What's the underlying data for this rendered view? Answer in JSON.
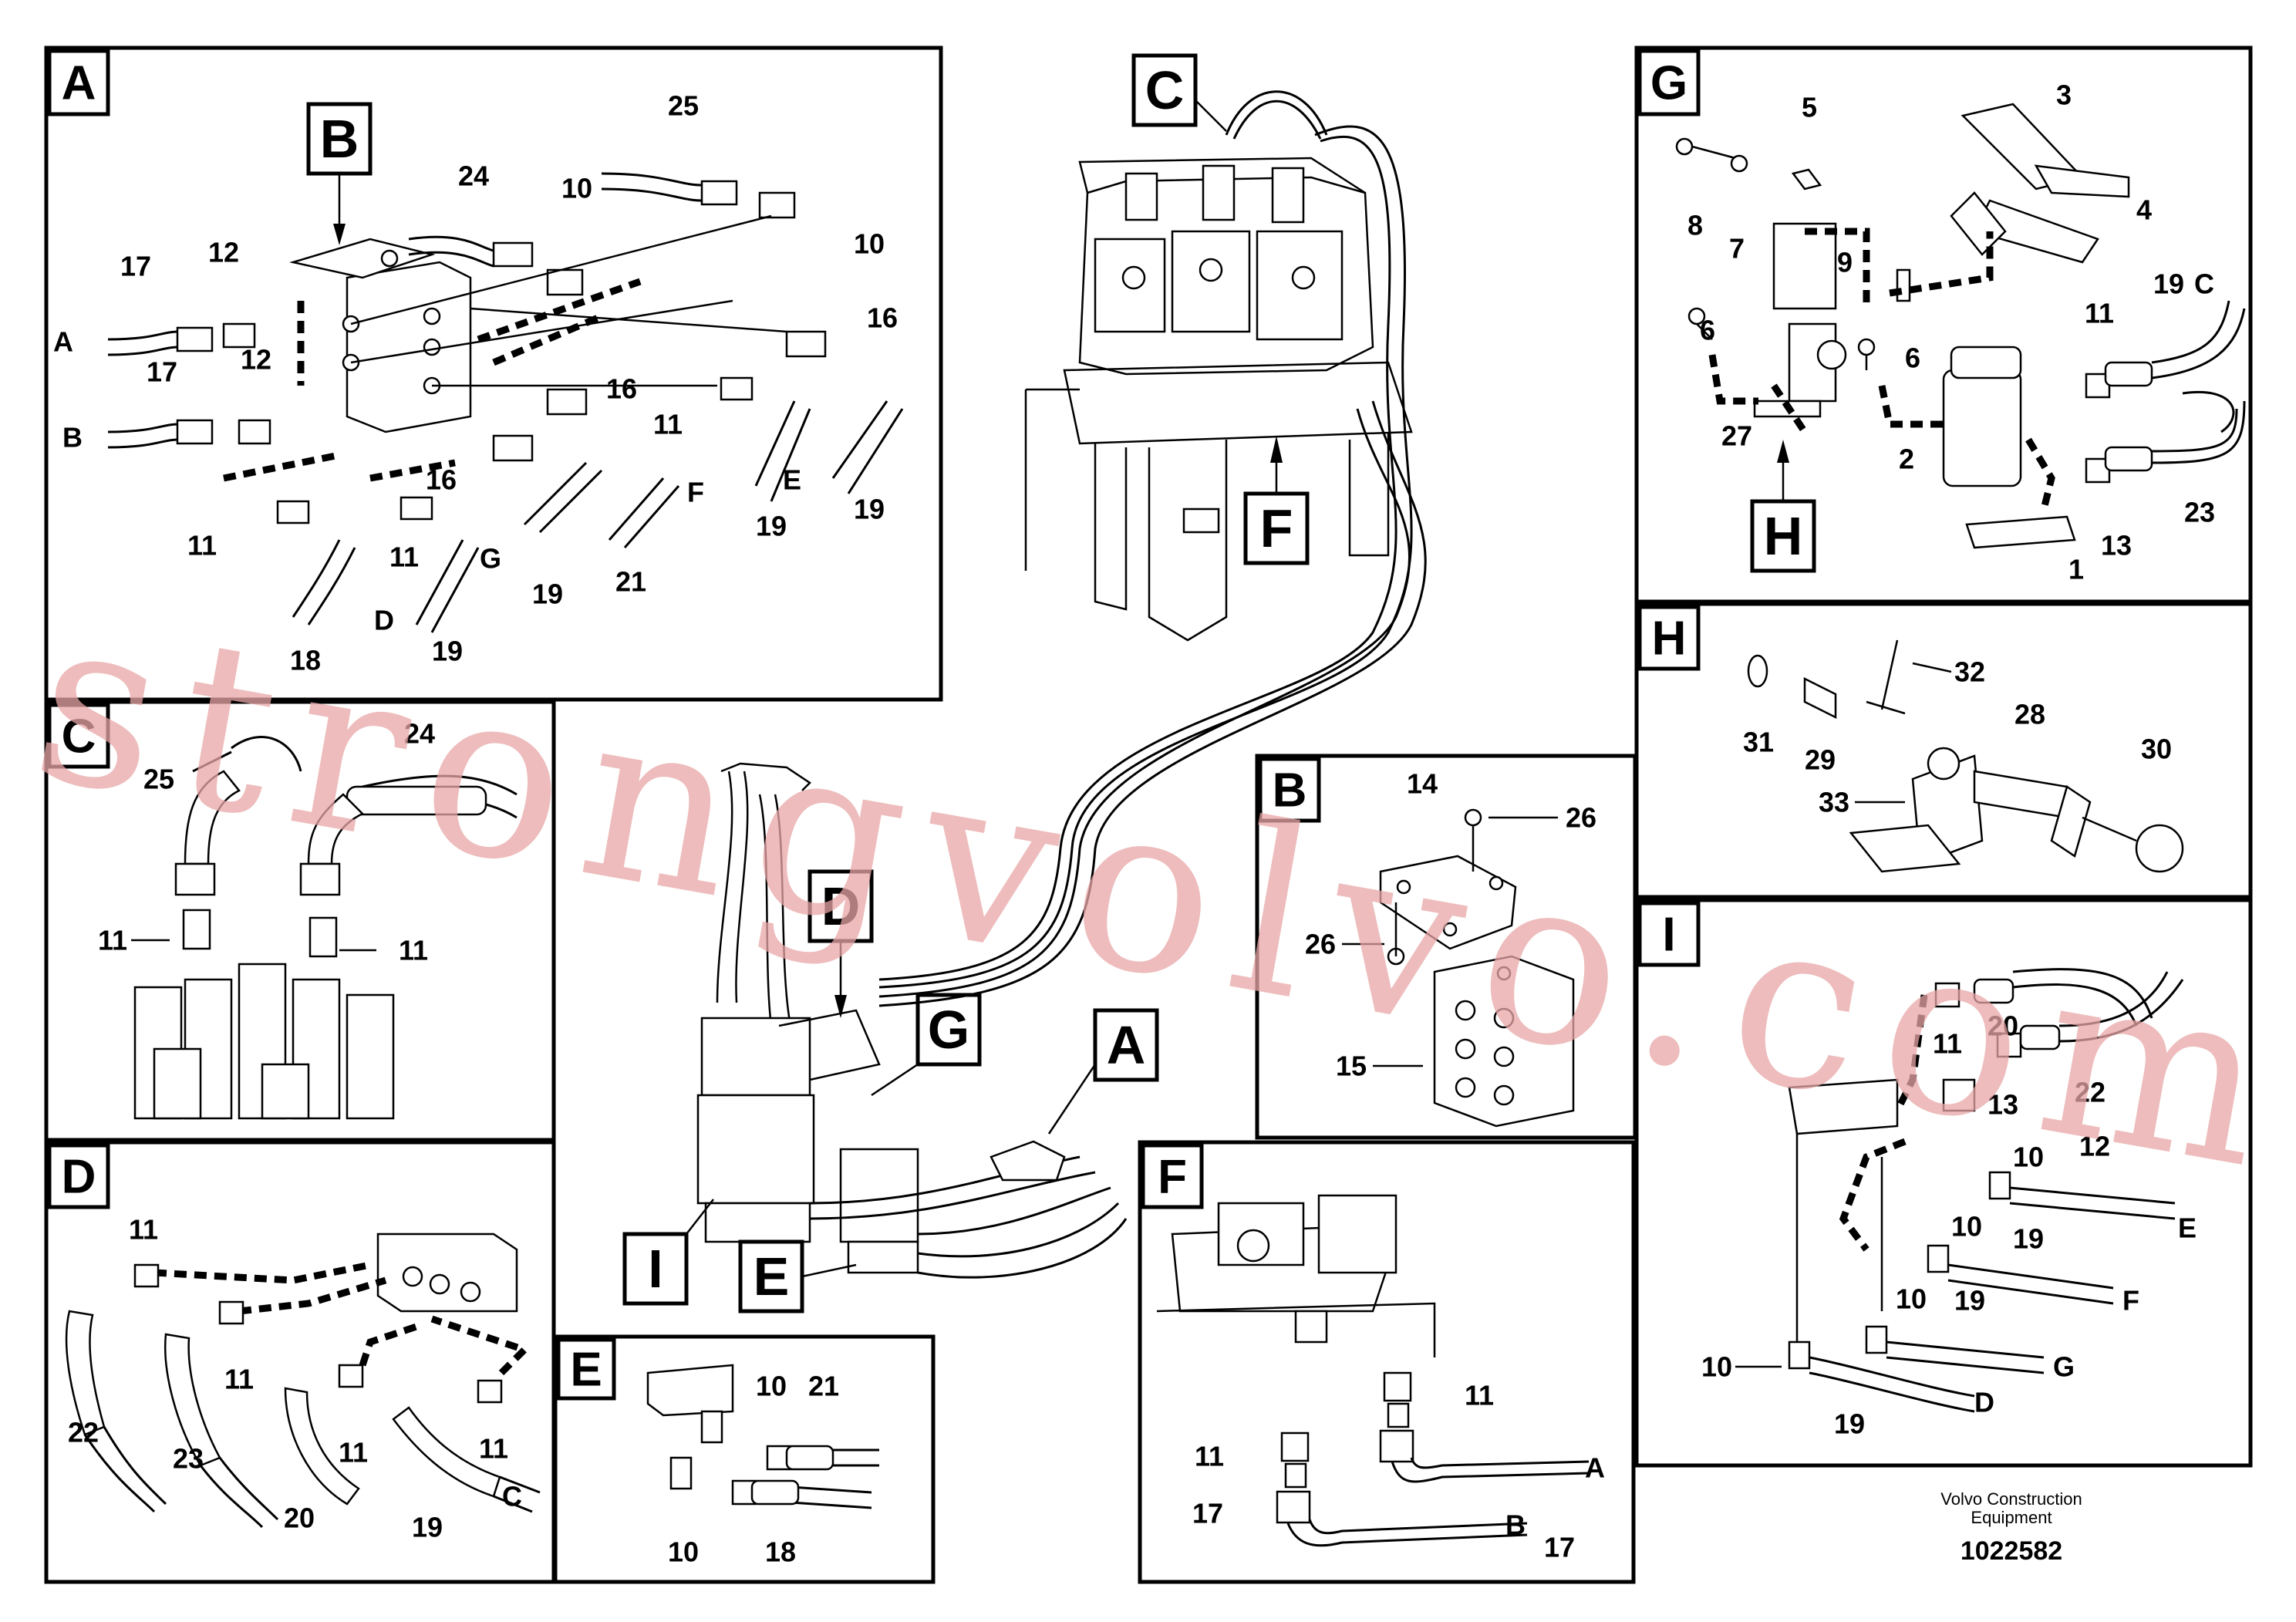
{
  "panels": {
    "A": "A",
    "B": "B",
    "C": "C",
    "D": "D",
    "E": "E",
    "F": "F",
    "G": "G",
    "H": "H",
    "I": "I"
  },
  "callouts": {
    "B": "B",
    "C": "C",
    "D": "D",
    "G": "G",
    "A": "A",
    "F": "F",
    "H": "H",
    "I": "I",
    "E": "E"
  },
  "panel_A_labels": {
    "n25": "25",
    "n24": "24",
    "n10a": "10",
    "n10b": "10",
    "n17a": "17",
    "n17b": "17",
    "n12a": "12",
    "n12b": "12",
    "n16a": "16",
    "n16b": "16",
    "n16c": "16",
    "n11a": "11",
    "n11b": "11",
    "n11c": "11",
    "n19a": "19",
    "n19b": "19",
    "n19c": "19",
    "n19d": "19",
    "n18": "18",
    "n21": "21",
    "A": "A",
    "B": "B",
    "D": "D",
    "E": "E",
    "F": "F",
    "G": "G"
  },
  "panel_C_labels": {
    "n25": "25",
    "n24": "24",
    "n11a": "11",
    "n11b": "11"
  },
  "panel_D_labels": {
    "n11a": "11",
    "n11b": "11",
    "n11c": "11",
    "n11d": "11",
    "n22": "22",
    "n23": "23",
    "n20": "20",
    "n19": "19",
    "C": "C"
  },
  "panel_E_labels": {
    "n10a": "10",
    "n10b": "10",
    "n21": "21",
    "n18": "18"
  },
  "panel_B_labels": {
    "n14": "14",
    "n26a": "26",
    "n26b": "26",
    "n15": "15"
  },
  "panel_F_labels": {
    "n11a": "11",
    "n11b": "11",
    "n17a": "17",
    "n17b": "17",
    "A": "A",
    "B": "B"
  },
  "panel_G_labels": {
    "n5": "5",
    "n3": "3",
    "n8": "8",
    "n7": "7",
    "n4": "4",
    "n9": "9",
    "n19": "19",
    "C": "C",
    "n6a": "6",
    "n6b": "6",
    "n11": "11",
    "n27": "27",
    "n2": "2",
    "n23": "23",
    "n13": "13",
    "n1": "1"
  },
  "panel_H_labels": {
    "n32": "32",
    "n28": "28",
    "n30": "30",
    "n31": "31",
    "n29": "29",
    "n33": "33"
  },
  "panel_I_labels": {
    "n11": "11",
    "n20": "20",
    "n22": "22",
    "n13": "13",
    "n10a": "10",
    "n12": "12",
    "n10b": "10",
    "n19a": "19",
    "E": "E",
    "n10c": "10",
    "n19b": "19",
    "F": "F",
    "n10d": "10",
    "G": "G",
    "n19c": "19",
    "D": "D"
  },
  "footer": {
    "company_line1": "Volvo Construction",
    "company_line2": "Equipment",
    "part_number": "1022582"
  },
  "watermark": "strongvolvo.com"
}
